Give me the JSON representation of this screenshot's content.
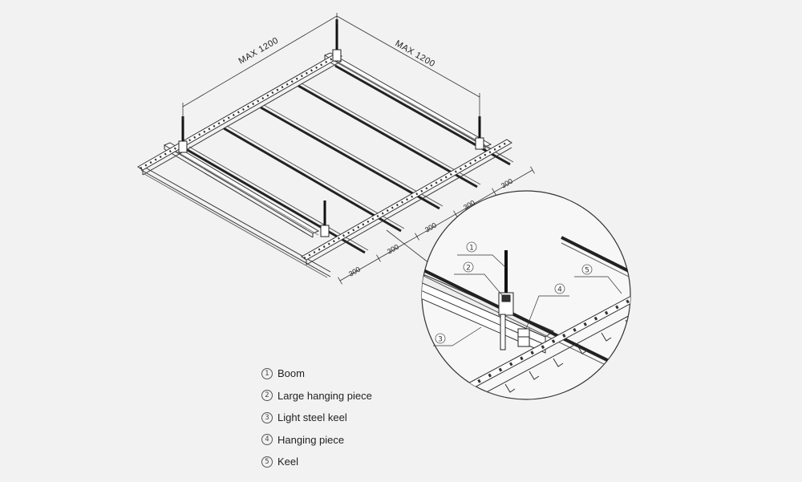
{
  "dimensions": {
    "max_left": "MAX 1200",
    "max_right": "MAX 1200",
    "spacing": [
      "300",
      "300",
      "300",
      "300",
      "300"
    ]
  },
  "callouts": [
    "1",
    "2",
    "3",
    "4",
    "5"
  ],
  "legend": [
    {
      "num": "1",
      "label": "Boom"
    },
    {
      "num": "2",
      "label": "Large hanging piece"
    },
    {
      "num": "3",
      "label": "Light steel keel"
    },
    {
      "num": "4",
      "label": "Hanging piece"
    },
    {
      "num": "5",
      "label": "Keel"
    }
  ]
}
